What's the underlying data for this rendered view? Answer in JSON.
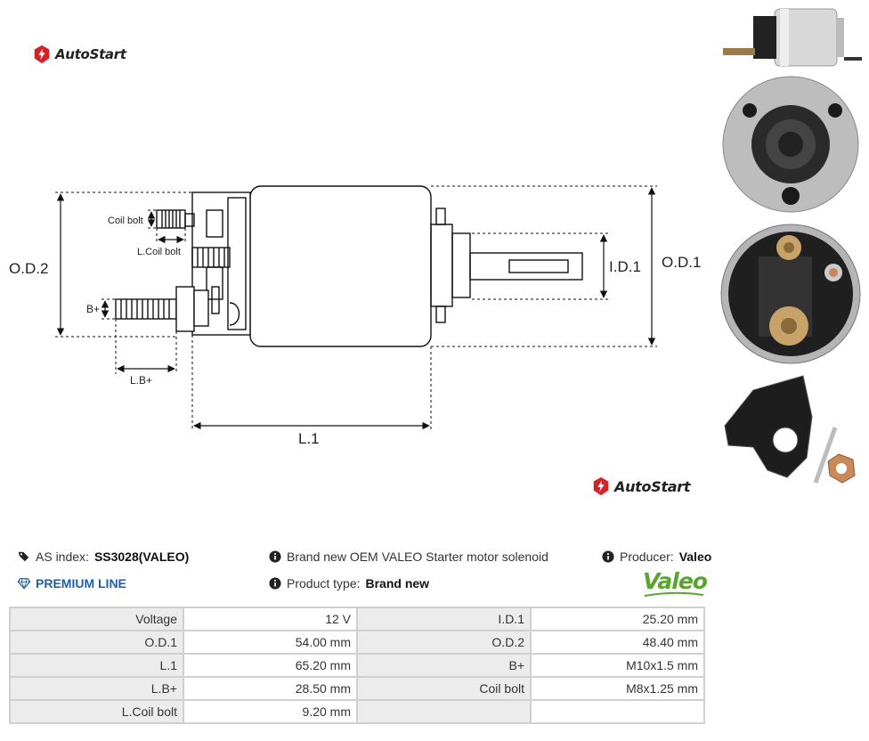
{
  "brand": {
    "name": "AutoStart"
  },
  "drawing": {
    "labels": {
      "coil_bolt": "Coil bolt",
      "l_coil_bolt": "L.Coil bolt",
      "od2": "O.D.2",
      "b_plus": "B+",
      "lb_plus": "L.B+",
      "l1": "L.1",
      "id1": "I.D.1",
      "od1": "O.D.1"
    }
  },
  "info": {
    "as_index_label": "AS index:",
    "as_index_value": "SS3028(VALEO)",
    "premium": "PREMIUM LINE",
    "description": "Brand new OEM VALEO Starter motor solenoid",
    "product_type_label": "Product type:",
    "product_type_value": "Brand new",
    "producer_label": "Producer:",
    "producer_value": "Valeo",
    "producer_logo_text": "Valeo"
  },
  "specs": [
    [
      "Voltage",
      "12 V",
      "I.D.1",
      "25.20 mm"
    ],
    [
      "O.D.1",
      "54.00 mm",
      "O.D.2",
      "48.40 mm"
    ],
    [
      "L.1",
      "65.20 mm",
      "B+",
      "M10x1.5 mm"
    ],
    [
      "L.B+",
      "28.50 mm",
      "Coil bolt",
      "M8x1.25 mm"
    ],
    [
      "L.Coil bolt",
      "9.20 mm",
      "",
      ""
    ]
  ],
  "colors": {
    "brand_red": "#d42027",
    "premium_blue": "#1f5fa8",
    "valeo_green": "#5aa52d",
    "table_label_bg": "#ececec",
    "table_border": "#d0d0d0"
  }
}
